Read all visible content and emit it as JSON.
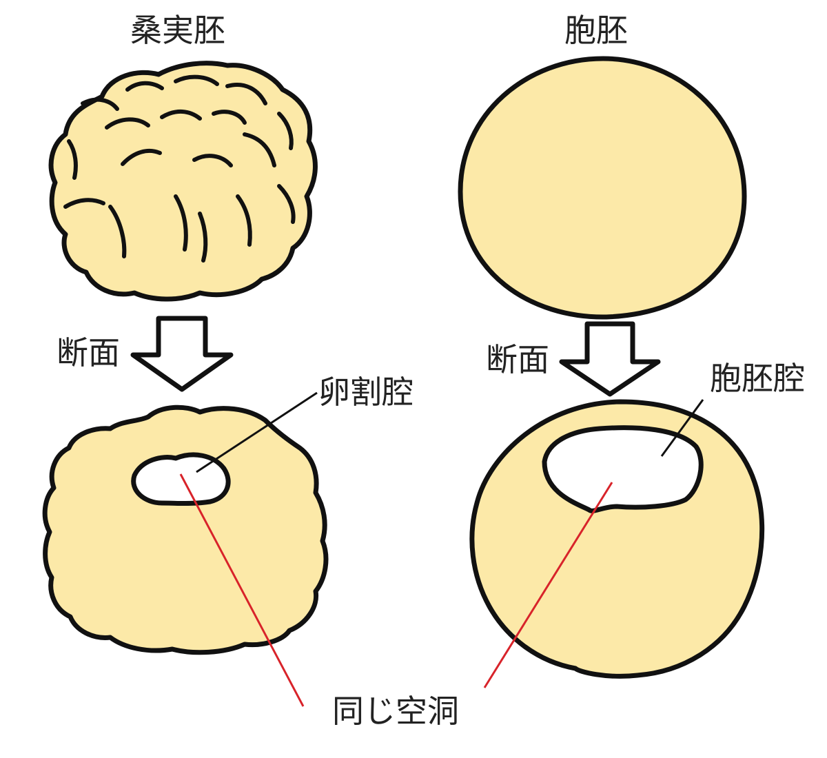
{
  "colors": {
    "cell_fill": "#FCE9A8",
    "outline": "#111111",
    "cavity_fill": "#FFFFFF",
    "highlight_line": "#D8232A",
    "text": "#222222"
  },
  "labels": {
    "morula_title": "桑実胚",
    "blastula_title": "胞胚",
    "section_left": "断面",
    "section_right": "断面",
    "morula_cavity": "卵割腔",
    "blastula_cavity": "胞胚腔",
    "same_cavity": "同じ空洞"
  }
}
